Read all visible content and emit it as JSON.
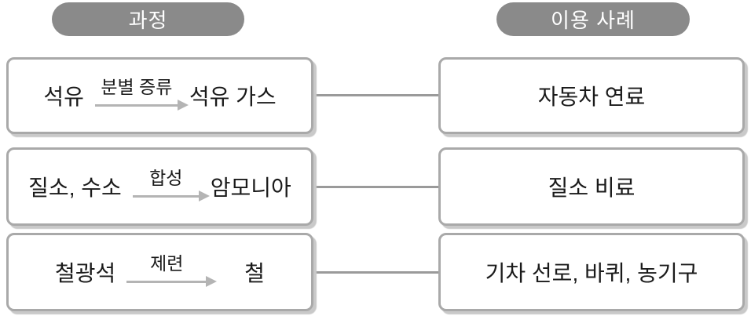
{
  "diagram": {
    "headers": {
      "process": "과정",
      "use_case": "이용 사례"
    },
    "rows": [
      {
        "reactant": "석유",
        "process_label": "분별 증류",
        "product": "석유 가스",
        "use_case": "자동차 연료"
      },
      {
        "reactant": "질소, 수소",
        "process_label": "합성",
        "product": "암모니아",
        "use_case": "질소 비료"
      },
      {
        "reactant": "철광석",
        "process_label": "제련",
        "product": "철",
        "use_case": "기차 선로, 바퀴, 농기구"
      }
    ],
    "colors": {
      "background": "#ffffff",
      "pill_bg": "#8a8a8a",
      "pill_text": "#ffffff",
      "box_border": "#a9a9a9",
      "box_shadow": "#c9c9c9",
      "connector": "#9a9a9a",
      "arrow": "#b4b4b4",
      "text": "#1a1a1a"
    }
  }
}
